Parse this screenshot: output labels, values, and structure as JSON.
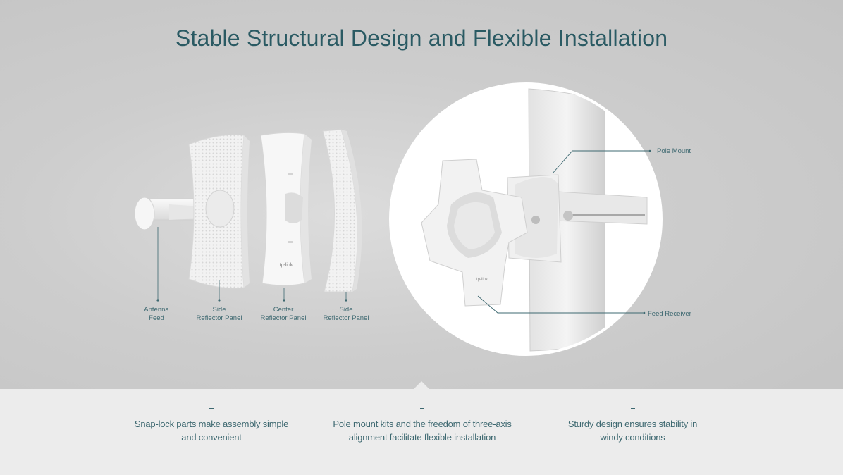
{
  "title": "Stable Structural Design and Flexible Installation",
  "parts": [
    {
      "line1": "Antenna",
      "line2": "Feed"
    },
    {
      "line1": "Side",
      "line2": "Reflector Panel"
    },
    {
      "line1": "Center",
      "line2": "Reflector Panel"
    },
    {
      "line1": "Side",
      "line2": "Reflector Panel"
    }
  ],
  "callouts": {
    "pole_mount": "Pole Mount",
    "feed_receiver": "Feed Receiver"
  },
  "logo": "tp-link",
  "features": [
    {
      "text": "Snap-lock parts make assembly simple and convenient"
    },
    {
      "text": "Pole mount kits and the freedom of three-axis alignment facilitate flexible installation"
    },
    {
      "text": "Sturdy design ensures stability in windy conditions"
    }
  ],
  "colors": {
    "accent": "#2a5a63",
    "text": "#3d6870",
    "hero_bg": "#c9c9c9",
    "bottom_bg": "#ececec"
  }
}
